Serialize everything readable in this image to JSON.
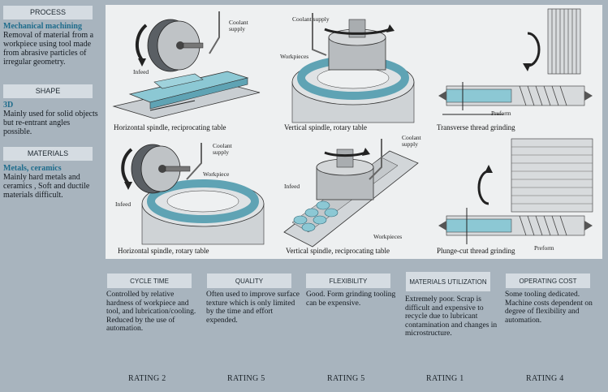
{
  "sidebar": {
    "process": {
      "header": "PROCESS",
      "subtitle": "Mechanical machining",
      "text": "Removal of material from a workpiece using tool made from abrasive particles of irregular geometry."
    },
    "shape": {
      "header": "SHAPE",
      "subtitle": "3D",
      "text": "Mainly used for solid objects but re-entrant angles possible."
    },
    "materials": {
      "header": "MATERIALS",
      "subtitle": "Metals, ceramics",
      "text": "Mainly hard metals and ceramics , Soft and ductile materials difficult."
    }
  },
  "illustrations": {
    "h_recip": {
      "caption": "Horizontal spindle, reciprocating table",
      "coolant_supply": "Coolant supply",
      "infeed": "Infeed"
    },
    "v_rotary": {
      "caption": "Vertical spindle, rotary table",
      "coolant_supply": "Coolant supply",
      "workpieces": "Workpieces"
    },
    "transverse": {
      "caption": "Transverse thread grinding",
      "preform": "Preform"
    },
    "h_rotary": {
      "caption": "Horizontal spindle, rotary table",
      "coolant_supply": "Coolant supply",
      "workpiece": "Workpiece",
      "infeed": "Infeed"
    },
    "v_recip": {
      "caption": "Vertical spindle, reciprocating table",
      "coolant_supply": "Coolant supply",
      "infeed": "Infeed",
      "workpieces": "Workpieces"
    },
    "plunge": {
      "caption": "Plunge-cut thread grinding",
      "preform": "Preform"
    }
  },
  "criteria": [
    {
      "header": "CYCLE TIME",
      "text": "Controlled by relative hardness of workpiece and tool, and lubrication/cooling. Reduced by the use of automation.",
      "rating": "RATING 2"
    },
    {
      "header": "QUALITY",
      "text": "Often used to improve surface texture which is only limited by the time and effort expended.",
      "rating": "RATING 5"
    },
    {
      "header": "FLEXIBILITY",
      "text": "Good. Form grinding tooling can be expensive.",
      "rating": "RATING 5"
    },
    {
      "header": "MATERIALS UTILIZATION",
      "text": "Extremely poor. Scrap is difficult and expensive to recycle due to lubricant contamination and changes in microstructure.",
      "rating": "RATING 1"
    },
    {
      "header": "OPERATING COST",
      "text": "Some tooling dedicated. Machine costs dependent on degree of flexibility and automation.",
      "rating": "RATING 4"
    }
  ],
  "colors": {
    "background": "#a8b4be",
    "panel": "#eef0f1",
    "header_box": "#d5dce2",
    "subtitle": "#1e6c8c",
    "workpiece": "#8cc8d4"
  }
}
